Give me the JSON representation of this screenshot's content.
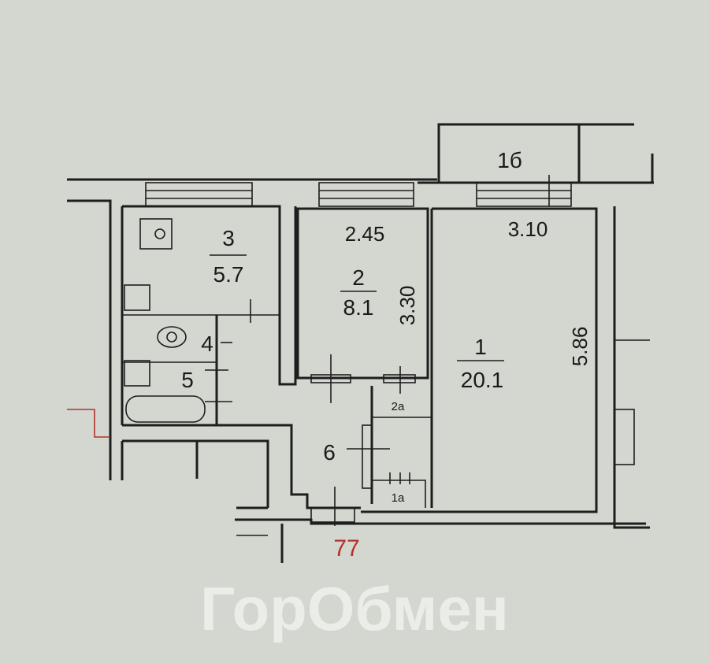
{
  "plan": {
    "watermark": "ГорОбмен",
    "building_number": "77",
    "balcony": {
      "label": "1б"
    },
    "rooms": [
      {
        "number": "1",
        "area": "20.1",
        "width": "3.10",
        "length": "5.86"
      },
      {
        "number": "2",
        "area": "8.1",
        "width": "2.45",
        "length": "3.30"
      },
      {
        "number": "3",
        "area": "5.7"
      },
      {
        "number": "4"
      },
      {
        "number": "5"
      },
      {
        "number": "6"
      },
      {
        "number": "2а"
      },
      {
        "number": "1а"
      }
    ],
    "colors": {
      "background": "#d3d7cf",
      "walls": "#1e1e1e",
      "accent": "#b5312b"
    }
  }
}
